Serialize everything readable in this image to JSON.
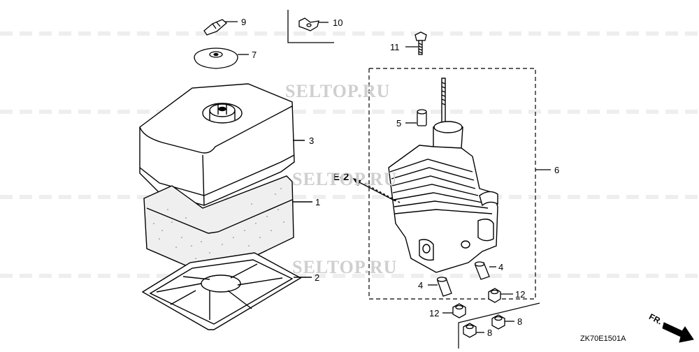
{
  "watermarks": [
    "SELTOP.RU",
    "SELTOP.RU",
    "SELTOP.RU"
  ],
  "callouts": {
    "c1": "1",
    "c2": "2",
    "c3": "3",
    "c4a": "4",
    "c4b": "4",
    "c5": "5",
    "c6": "6",
    "c7": "7",
    "c8a": "8",
    "c8b": "8",
    "c9": "9",
    "c10": "10",
    "c11": "11",
    "c12a": "12",
    "c12b": "12"
  },
  "reference": "E-2",
  "diagram_code": "ZK70E1501A",
  "direction": "FR."
}
